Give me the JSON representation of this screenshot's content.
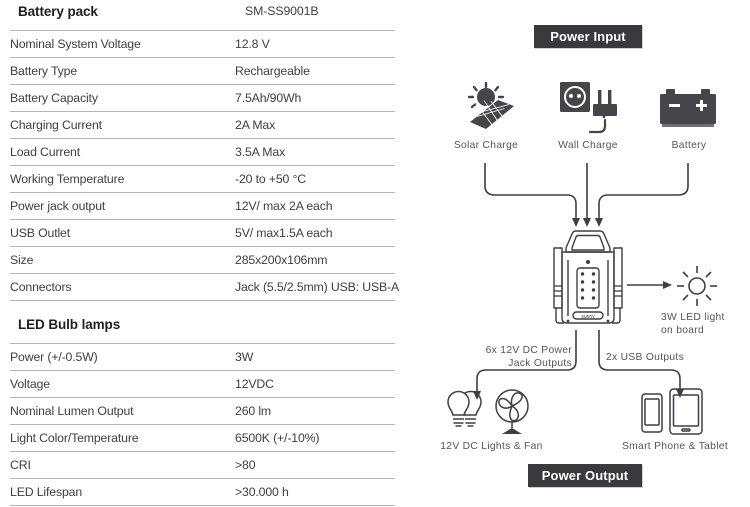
{
  "specs": {
    "battery": {
      "title": "Battery pack",
      "model": "SM-SS9001B",
      "rows": [
        {
          "key": "Nominal System Voltage",
          "value": "12.8 V"
        },
        {
          "key": "Battery Type",
          "value": "Rechargeable"
        },
        {
          "key": "Battery Capacity",
          "value": "7.5Ah/90Wh"
        },
        {
          "key": "Charging Current",
          "value": "2A Max"
        },
        {
          "key": "Load Current",
          "value": "3.5A Max"
        },
        {
          "key": "Working Temperature",
          "value": "-20 to +50 °C"
        },
        {
          "key": "Power jack output",
          "value": "12V/ max 2A each"
        },
        {
          "key": "USB Outlet",
          "value": "5V/ max1.5A each"
        },
        {
          "key": "Size",
          "value": "285x200x106mm"
        },
        {
          "key": "Connectors",
          "value": "Jack (5.5/2.5mm) USB: USB-A"
        }
      ]
    },
    "led": {
      "title": "LED Bulb lamps",
      "model": "",
      "rows": [
        {
          "key": "Power (+/-0.5W)",
          "value": "3W"
        },
        {
          "key": "Voltage",
          "value": "12VDC"
        },
        {
          "key": "Nominal Lumen Output",
          "value": "260 lm"
        },
        {
          "key": "Light Color/Temperature",
          "value": "6500K (+/-10%)"
        },
        {
          "key": "CRI",
          "value": ">80"
        },
        {
          "key": "LED Lifespan",
          "value": ">30.000 h"
        }
      ]
    }
  },
  "diagram": {
    "input_badge": "Power Input",
    "output_badge": "Power Output",
    "inputs": [
      {
        "icon": "solar-panel-icon",
        "label": "Solar Charge"
      },
      {
        "icon": "wall-socket-plug-icon",
        "label": "Wall Charge"
      },
      {
        "icon": "car-battery-icon",
        "label": "Battery"
      }
    ],
    "unit": {
      "icon": "portable-power-station-icon",
      "brand": "sunny"
    },
    "onboard": {
      "icon": "sun-light-icon",
      "label_line1": "3W LED light",
      "label_line2": "on board"
    },
    "outputs": [
      {
        "icon": "bulbs-and-fan-icon",
        "port_line1": "6x 12V DC Power",
        "port_line2": "Jack Outputs",
        "label": "12V DC Lights & Fan"
      },
      {
        "icon": "phone-and-tablet-icon",
        "port_line1": "2x USB Outputs",
        "port_line2": "",
        "label": "Smart Phone & Tablet"
      }
    ]
  },
  "colors": {
    "badge_bg": "#3a3a3c",
    "icon_dark": "#46464a",
    "rule": "#b4b4b8",
    "text": "#3f3f43",
    "label": "#55555a"
  }
}
